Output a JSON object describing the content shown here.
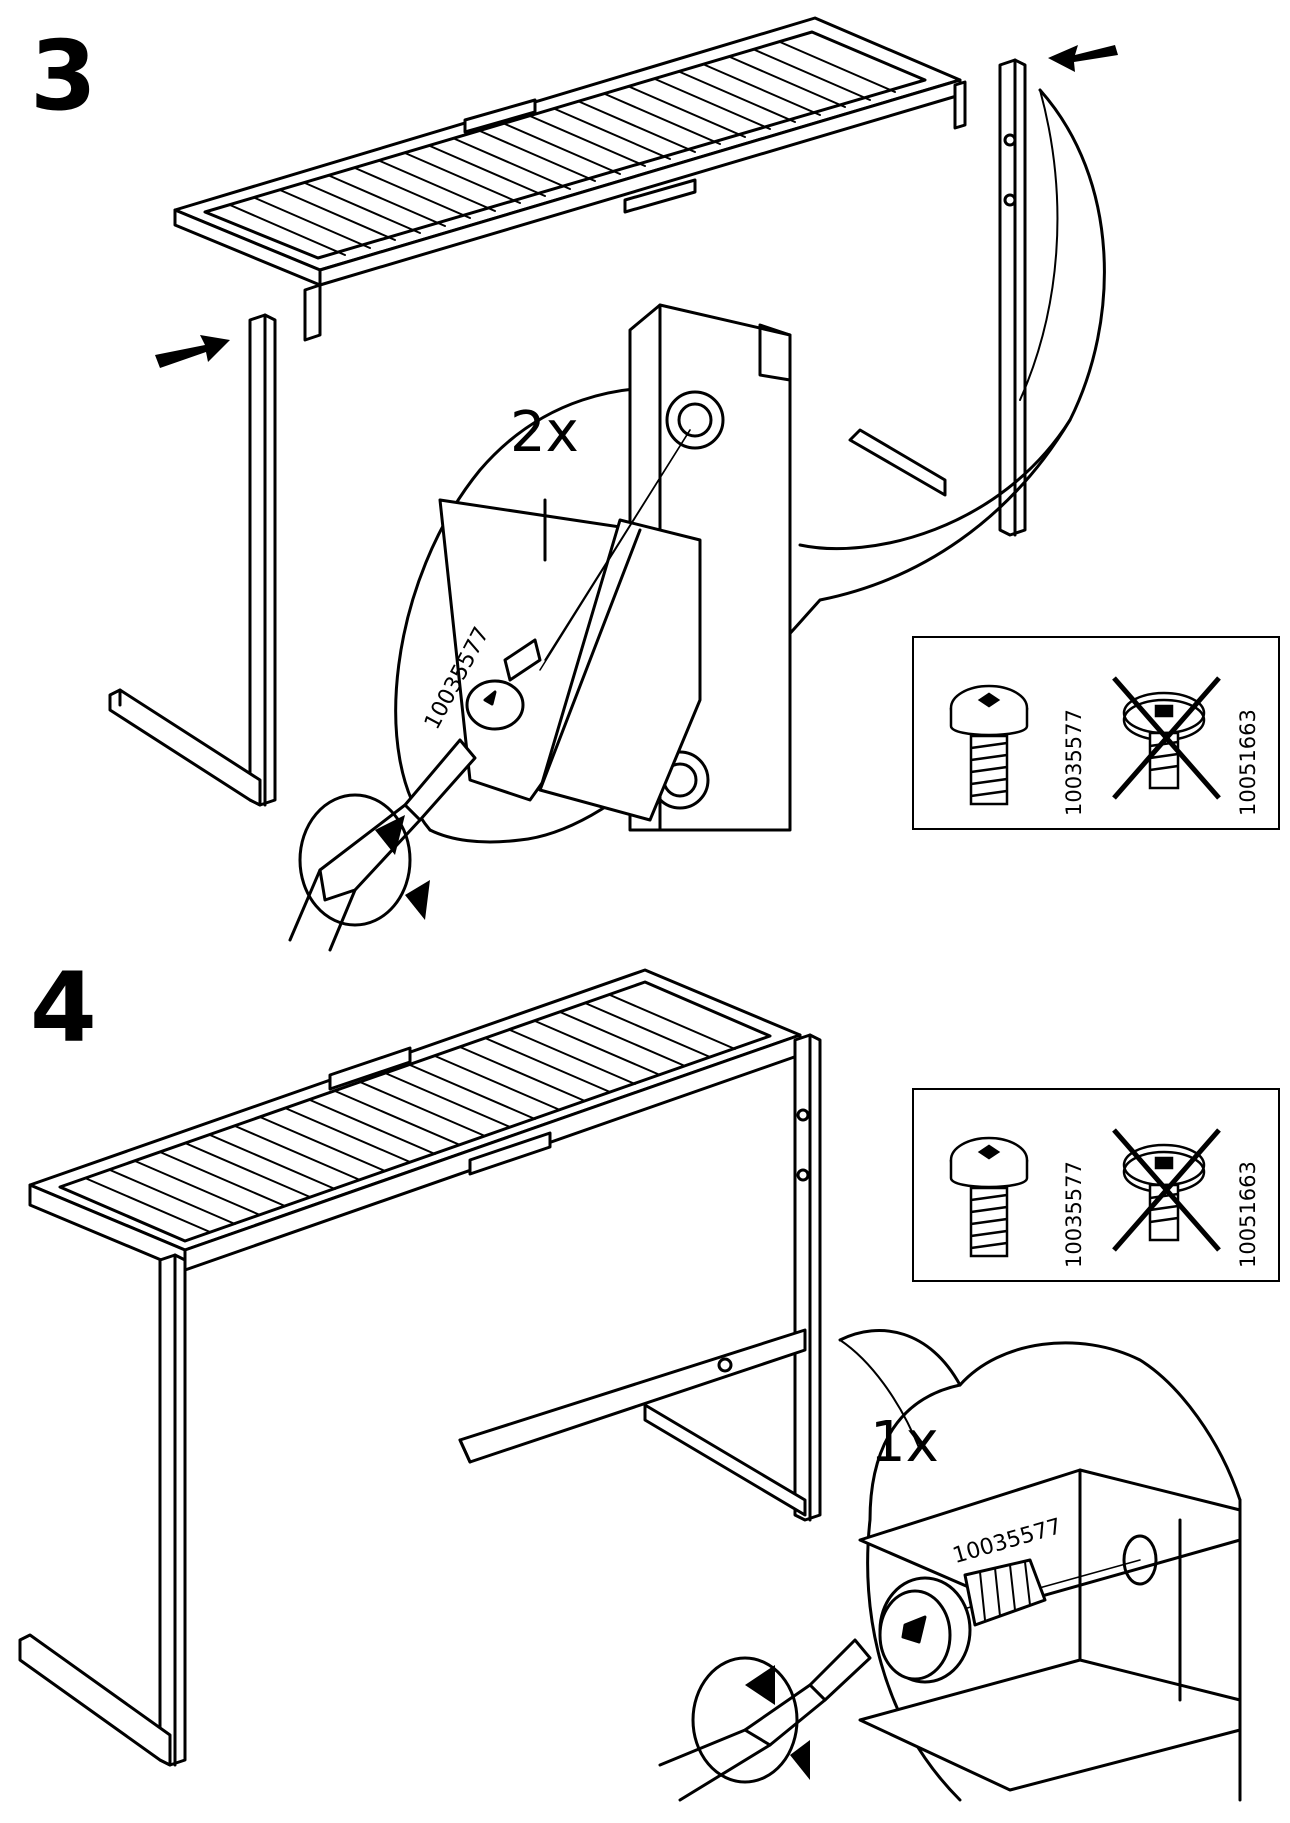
{
  "steps": [
    {
      "number": "3",
      "quantity": "2x",
      "screw_part_number": "10035577",
      "legend": {
        "correct_part": "10035577",
        "wrong_part": "10051663"
      }
    },
    {
      "number": "4",
      "quantity": "1x",
      "screw_part_number": "10035577",
      "legend": {
        "correct_part": "10035577",
        "wrong_part": "10051663"
      }
    }
  ],
  "icons": {
    "screw": "pan-head-screw-icon",
    "wrong_screw": "crossed-out-screw-icon",
    "rotate": "clockwise-rotate-arrow-icon",
    "push": "push-arrow-icon"
  }
}
